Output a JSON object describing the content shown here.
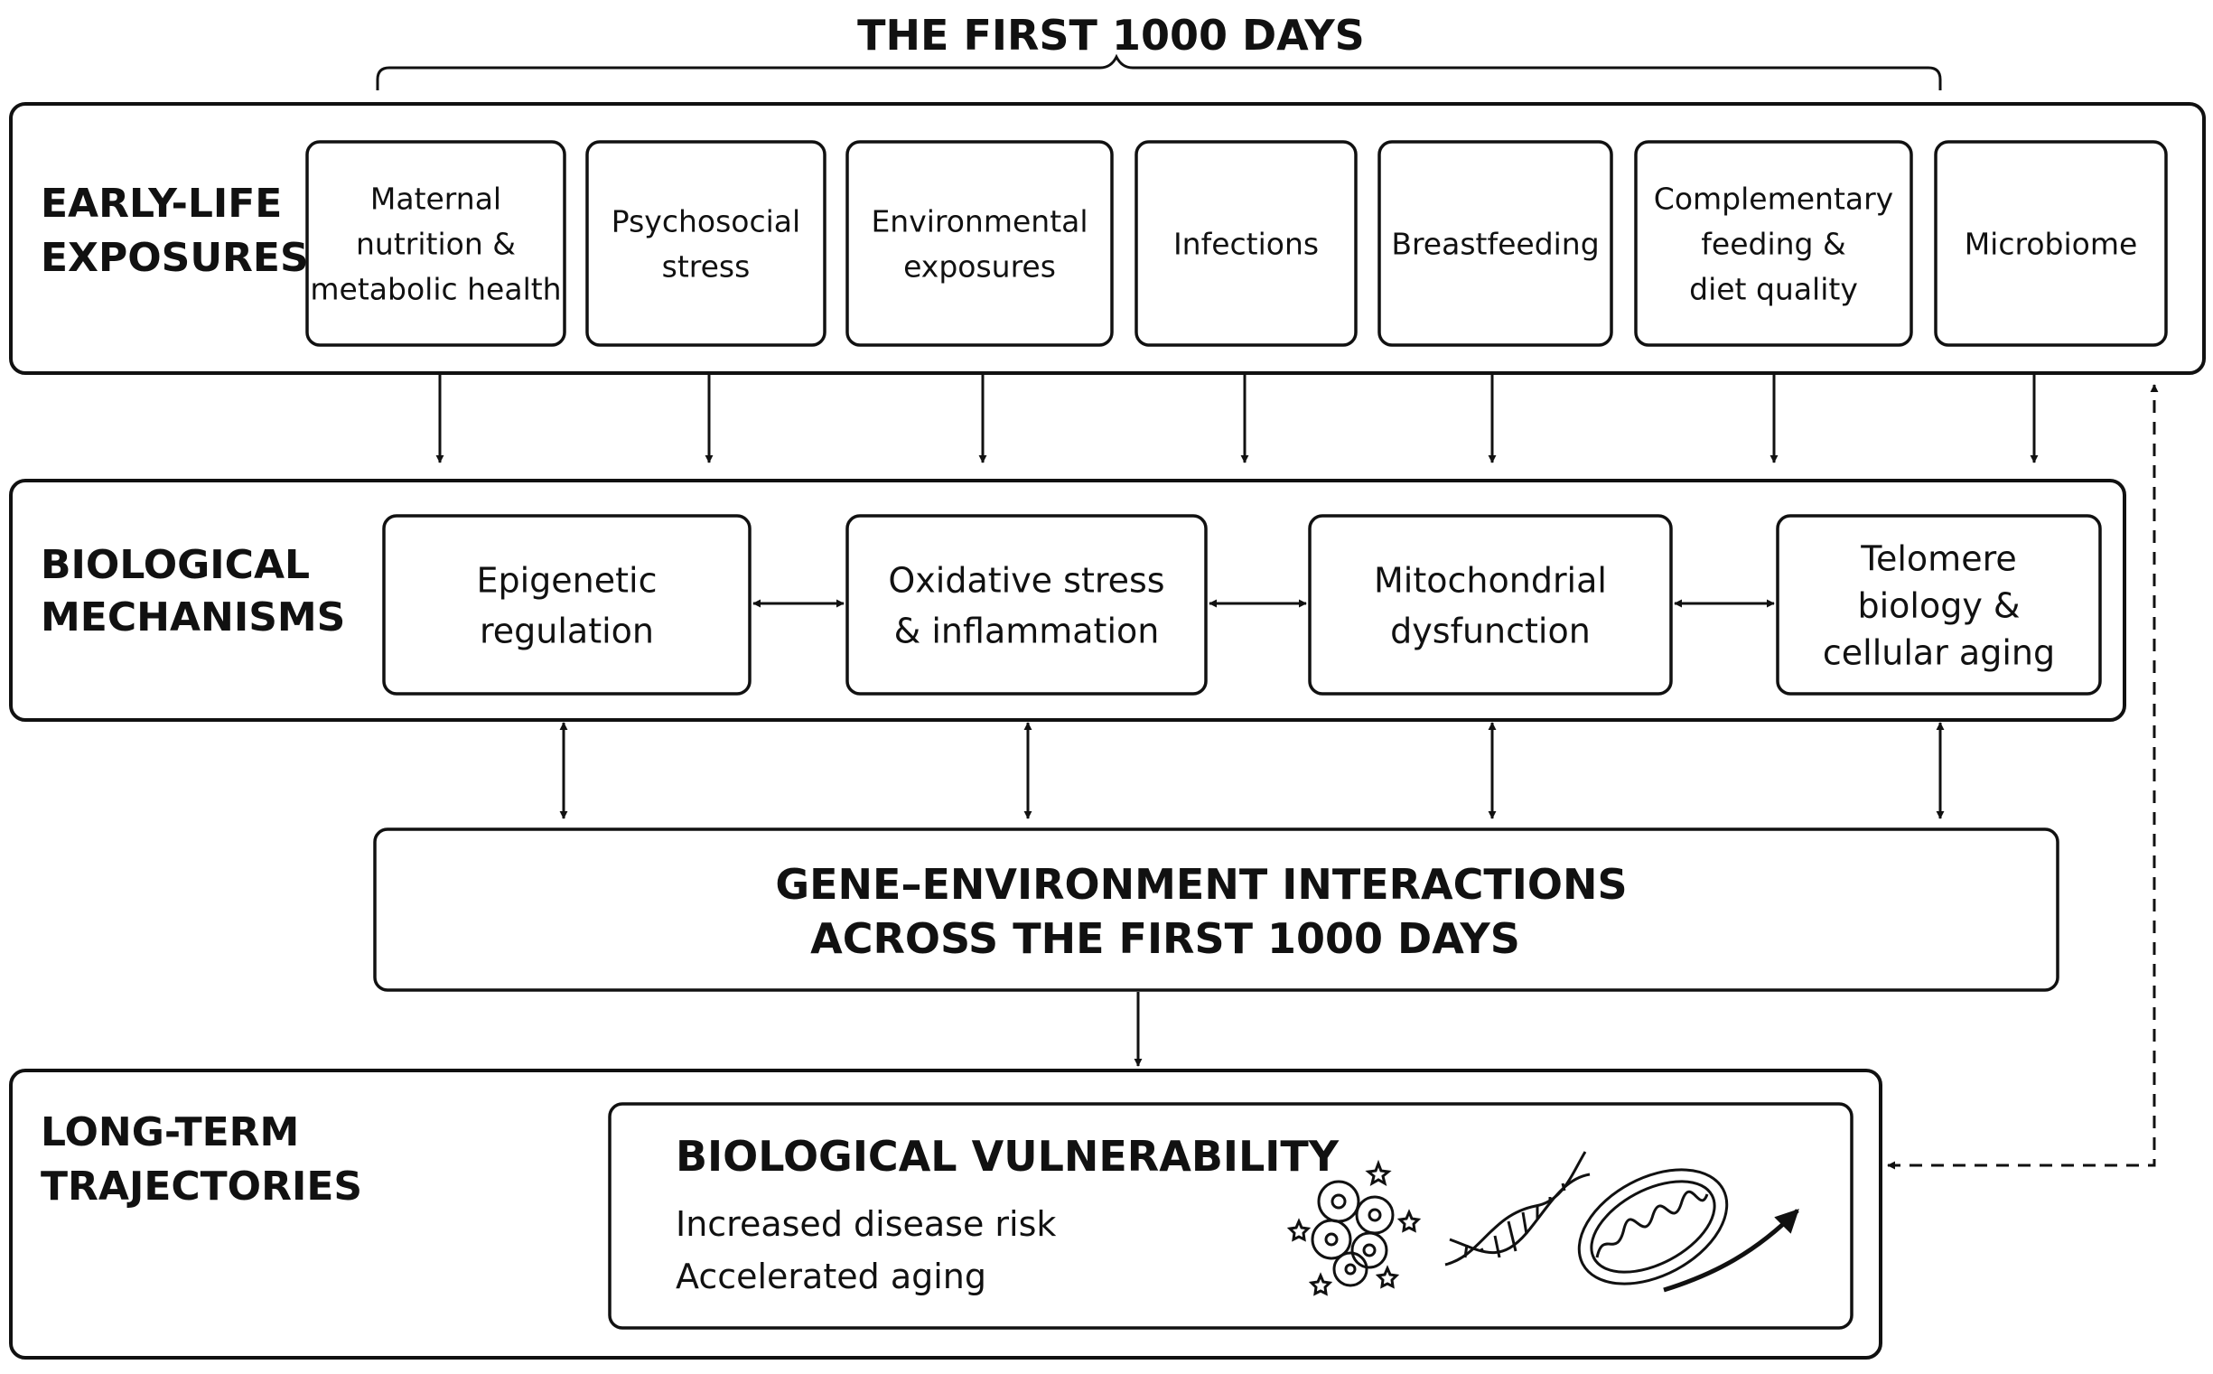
{
  "title": "THE FIRST 1000 DAYS",
  "sections": {
    "exposures": {
      "label_line1": "EARLY-LIFE",
      "label_line2": "EXPOSURES"
    },
    "mechanisms": {
      "label_line1": "BIOLOGICAL",
      "label_line2": "MECHANISMS"
    },
    "trajectories": {
      "label_line1": "LONG-TERM",
      "label_line2": "TRAJECTORIES"
    }
  },
  "exposures": [
    {
      "lines": [
        "Maternal",
        "nutrition &",
        "metabolic health"
      ]
    },
    {
      "lines": [
        "Psychosocial",
        "stress"
      ]
    },
    {
      "lines": [
        "Environmental",
        "exposures"
      ]
    },
    {
      "lines": [
        "Infections"
      ]
    },
    {
      "lines": [
        "Breastfeeding"
      ]
    },
    {
      "lines": [
        "Complementary",
        "feeding &",
        "diet quality"
      ]
    },
    {
      "lines": [
        "Microbiome"
      ]
    }
  ],
  "mechanisms": [
    {
      "lines": [
        "Epigenetic",
        "regulation"
      ]
    },
    {
      "lines": [
        "Oxidative stress",
        "& inflammation"
      ]
    },
    {
      "lines": [
        "Mitochondrial",
        "dysfunction"
      ]
    },
    {
      "lines": [
        "Telomere",
        "biology &",
        "cellular aging"
      ]
    }
  ],
  "gene_environment": {
    "line1": "GENE–ENVIRONMENT INTERACTIONS",
    "line2": "ACROSS THE FIRST 1000 DAYS"
  },
  "vulnerability": {
    "title": "BIOLOGICAL VULNERABILITY",
    "items": [
      "Increased disease risk",
      "Accelerated aging"
    ]
  },
  "icons": [
    "cells-icon",
    "dna-icon",
    "mitochondrion-icon",
    "trend-arrow-icon"
  ]
}
